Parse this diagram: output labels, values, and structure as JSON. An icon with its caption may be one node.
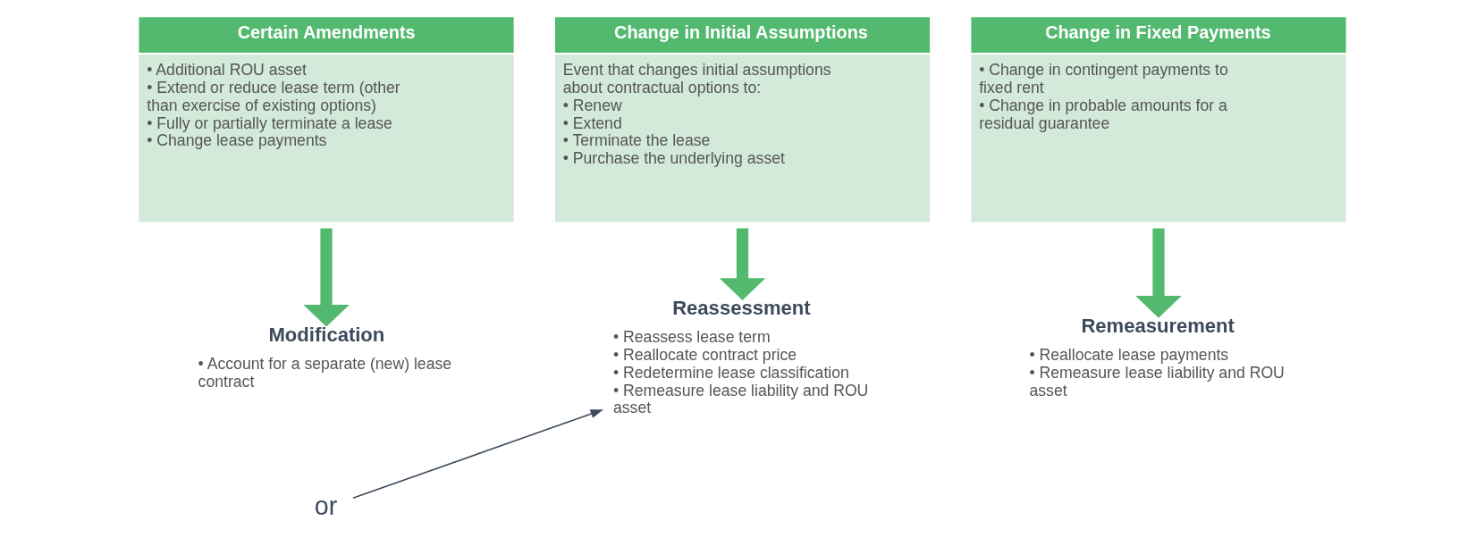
{
  "diagram": {
    "nodes": [
      {
        "text": [
          "Certain Amendments",
          "• Additional ROU asset",
          "• Extend or reduce lease term (other than exercise of existing options)",
          "• Fully or partially terminate a lease",
          "• Change lease payments"
        ]
      },
      {
        "text": [
          "Change in Initial Assumptions",
          "Event that changes initial assumptions about contractual options to:",
          "• Renew",
          "• Extend",
          "• Terminate the lease",
          "• Purchase the underlying asset"
        ]
      },
      {
        "text": [
          "Change in Fixed Payments",
          "• Change in contingent payments to fixed rent",
          "• Change in probable amounts for a residual guarantee"
        ]
      },
      {
        "text": [
          "Modification",
          "• Account for a separate (new) lease contract"
        ]
      },
      {
        "text": [
          "Reassessment",
          "• Reassess lease term",
          "• Reallocate contract price",
          "• Redetermine lease classification",
          "• Remeasure lease liability and ROU asset"
        ]
      },
      {
        "text": [
          "Remeasurement",
          "• Reallocate lease payments",
          "• Remeasure lease liability and ROU asset"
        ]
      },
      {
        "text": [
          "or"
        ]
      }
    ],
    "edges": [
      {
        "from": 0,
        "to": 3,
        "arrow": "to"
      },
      {
        "from": 1,
        "to": 4,
        "arrow": "to"
      },
      {
        "from": 2,
        "to": 5,
        "arrow": "to"
      },
      {
        "from": 6,
        "to": 4,
        "arrow": "to",
        "color": "#3d4a5c"
      }
    ]
  }
}
